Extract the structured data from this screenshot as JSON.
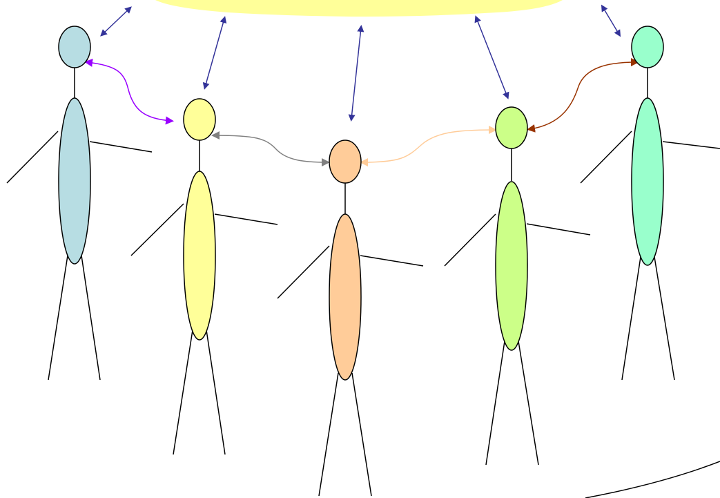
{
  "diagram": {
    "background": "#ffffff",
    "shared_shape_color": "#ffff99",
    "stroke_color": "#000000",
    "vertical_link_color": "#333399",
    "figures": [
      {
        "id": "figure-1",
        "head_color": "#b7dde3",
        "body_color": "#b7dde3"
      },
      {
        "id": "figure-2",
        "head_color": "#ffff99",
        "body_color": "#ffff99"
      },
      {
        "id": "figure-3",
        "head_color": "#ffcc99",
        "body_color": "#ffcc99"
      },
      {
        "id": "figure-4",
        "head_color": "#ccff88",
        "body_color": "#ccff88"
      },
      {
        "id": "figure-5",
        "head_color": "#99ffcc",
        "body_color": "#99ffcc"
      }
    ],
    "peer_links": [
      {
        "from": "figure-1",
        "to": "figure-2",
        "color": "#9900ff"
      },
      {
        "from": "figure-2",
        "to": "figure-3",
        "color": "#808080"
      },
      {
        "from": "figure-3",
        "to": "figure-4",
        "color": "#ffcc99"
      },
      {
        "from": "figure-4",
        "to": "figure-5",
        "color": "#993300"
      }
    ]
  }
}
